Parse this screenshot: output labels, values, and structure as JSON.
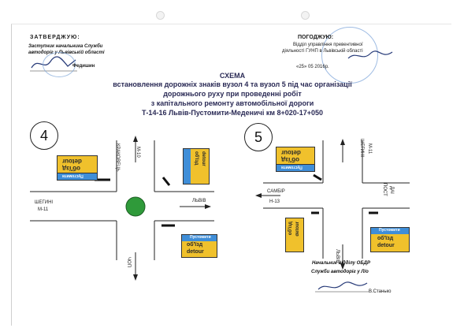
{
  "approve": {
    "heading": "ЗАТВЕРДЖУЮ:",
    "line1": "Заступник  начальника Служби",
    "line2": "автодоріг у Львівській області",
    "signature_name": "Федишин"
  },
  "agree": {
    "heading": "ПОГОДЖУЮ:",
    "line1": "Відділ управління превентивної",
    "line2": "діяльності ГУНП в Львівській області",
    "date": "«25»   05   2016р."
  },
  "title": {
    "main": "СХЕМА",
    "line1": "встановлення дорожніх знаків  вузол 4 та вузол 5 під час організації",
    "line2": "дорожнього руху при проведенні робіт",
    "line3": "з капітального ремонту автомобільної дороги",
    "line4": "Т-14-16  Львів-Пустомити-Меденичі км 8+020-17+050"
  },
  "node4": {
    "number": "4",
    "roads": {
      "krakovets": "КРАКОВЕЦЬ",
      "m10": "М-10",
      "shehyni": "ШЕГИНІ",
      "m11": "М-11",
      "lviv": "ЛЬВІВ",
      "chop": "ЧОП"
    }
  },
  "node5": {
    "number": "5",
    "roads": {
      "shehyni": "ШЕГИНІ",
      "m11": "М-11",
      "sambir": "САМБІР",
      "h13": "Н-13",
      "post": "ПОСТ",
      "dai": "ДАІ",
      "lviv": "ЛЬВІВ"
    }
  },
  "signs": {
    "obyizd": "об'їзд",
    "detour": "detour",
    "pustomyty": "Пустомити"
  },
  "officer": {
    "line1": "Начальник відділу ОБДР",
    "line2": "Служби автодоріг у Л/о",
    "name": "В.Станько"
  },
  "colors": {
    "sign_yellow": "#f0c12c",
    "sign_blue": "#3f8ed8",
    "signal_green": "#2f9a3a",
    "stamp_blue": "#7fa6d9"
  }
}
